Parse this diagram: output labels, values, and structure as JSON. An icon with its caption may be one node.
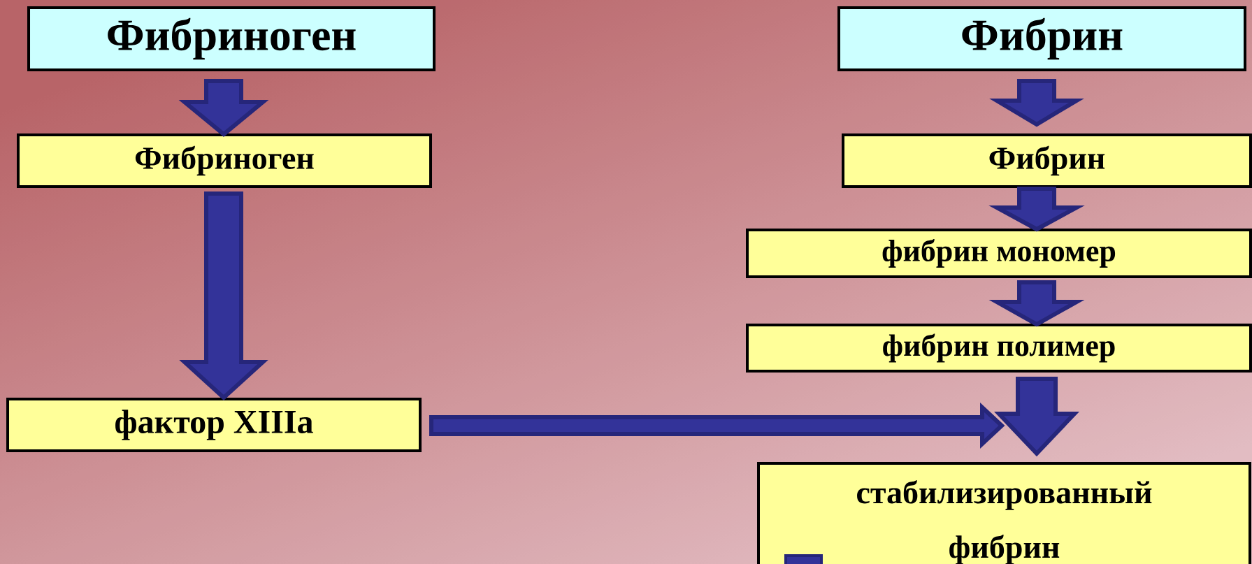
{
  "diagram": {
    "nodes": [
      {
        "text": [
          "Фибриноген"
        ]
      },
      {
        "text": [
          "Фибрин"
        ]
      },
      {
        "text": [
          "Фибриноген"
        ]
      },
      {
        "text": [
          "Фибрин"
        ]
      },
      {
        "text": [
          "фибрин мономер"
        ]
      },
      {
        "text": [
          "фибрин полимер"
        ]
      },
      {
        "text": [
          "фактор XIIIa"
        ]
      },
      {
        "text": [
          "стабилизированный фибрин"
        ]
      }
    ],
    "edges": [
      {
        "from": 0,
        "to": 2,
        "arrow": "to"
      },
      {
        "from": 2,
        "to": 6,
        "arrow": "to"
      },
      {
        "from": 1,
        "to": 3,
        "arrow": "to"
      },
      {
        "from": 3,
        "to": 4,
        "arrow": "to"
      },
      {
        "from": 4,
        "to": 5,
        "arrow": "to"
      },
      {
        "from": 5,
        "to": 7,
        "arrow": "to"
      },
      {
        "from": 6,
        "to": 7,
        "arrow": "to"
      }
    ]
  }
}
